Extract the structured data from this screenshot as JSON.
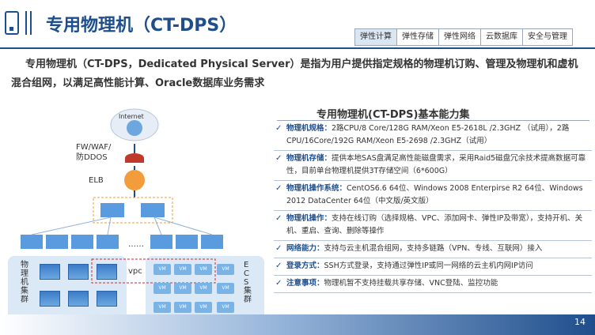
{
  "header": {
    "title": "专用物理机（CT-DPS）",
    "tabs": [
      "弹性计算",
      "弹性存储",
      "弹性网络",
      "云数据库",
      "安全与管理"
    ],
    "active_tab": 0
  },
  "intro": "专用物理机（CT-DPS，Dedicated Physical Server）是指为用户提供指定规格的物理机订购、管理及物理机和虚机混合组网，以满足高性能计算、Oracle数据库业务需求",
  "diagram": {
    "internet_label": "Internet",
    "fw_label": "FW/WAF/\n防DDOS",
    "elb_label": "ELB",
    "ellipsis": "……",
    "vpc_label": "vpc",
    "physical_cluster_label": "物\n理\n机\n集\n群",
    "ecs_cluster_label": "E\nC\nS\n集\n群",
    "vm_label": "VM"
  },
  "capabilities": {
    "title": "专用物理机(CT-DPS)基本能力集",
    "items": [
      {
        "name": "物理机规格：",
        "text": "2路CPU/8 Core/128G RAM/Xeon E5-2618L /2.3GHZ （试用），2路CPU/16Core/192G RAM/Xeon E5-2698 /2.3GHZ（试用）"
      },
      {
        "name": "物理机存储：",
        "text": "提供本地SAS盘满足高性能磁盘需求，采用Raid5磁盘冗余技术提高数据可靠性，目前单台物理机提供3T存储空间（6*600G）"
      },
      {
        "name": "物理机操作系统：",
        "text": "CentOS6.6 64位、Windows 2008 Enterpirse R2 64位、Windows 2012 DataCenter 64位（中文版/英文版）"
      },
      {
        "name": "物理机操作：",
        "text": "支持在线订购（选择规格、VPC、添加网卡、弹性IP及带宽），支持开机、关机、重启、查询、删除等操作"
      },
      {
        "name": "网络能力：",
        "text": "支持与云主机混合组网，支持多链路（VPN、专线、互联网）接入"
      },
      {
        "name": "登录方式：",
        "text": "SSH方式登录，支持通过弹性IP或同一网络的云主机内网IP访问"
      },
      {
        "name": "注意事项：",
        "text": "物理机暂不支持挂载共享存储、VNC登陆、监控功能"
      }
    ]
  },
  "page_number": "14",
  "colors": {
    "brand": "#1f4e8c",
    "accent": "#5a9be0",
    "orange": "#f39c3b"
  }
}
